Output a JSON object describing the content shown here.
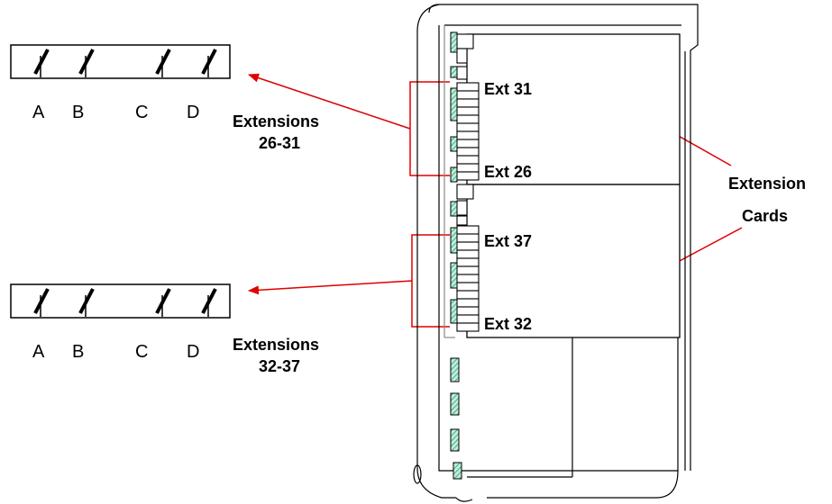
{
  "switch_blocks": [
    {
      "switch_labels": [
        "A",
        "B",
        "C",
        "D"
      ],
      "extensions_title": "Extensions",
      "extensions_range": "26-31"
    },
    {
      "switch_labels": [
        "A",
        "B",
        "C",
        "D"
      ],
      "extensions_title": "Extensions",
      "extensions_range": "32-37"
    }
  ],
  "card_labels": {
    "upper_top": "Ext 31",
    "upper_bottom": "Ext 26",
    "lower_top": "Ext 37",
    "lower_bottom": "Ext 32"
  },
  "callout": {
    "line1": "Extension",
    "line2": "Cards"
  },
  "colors": {
    "arrow": "#e00000",
    "hatch_fill": "#66cc99",
    "stroke": "#000000"
  }
}
